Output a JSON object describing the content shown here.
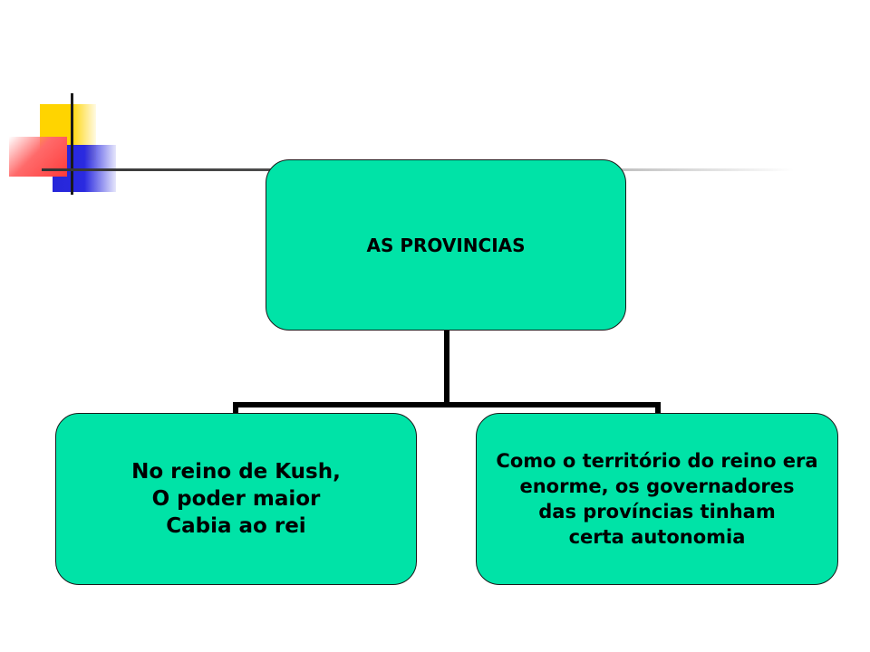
{
  "diagram": {
    "root": {
      "label": "AS PROVINCIAS"
    },
    "children": [
      {
        "label": "No reino de Kush,\nO poder maior\nCabia ao rei"
      },
      {
        "label": "Como o território do reino era\nenorme, os governadores\ndas províncias tinham\ncerta autonomia"
      }
    ]
  },
  "colors": {
    "node_fill": "#00e3a7",
    "connector": "#000000",
    "logo_yellow": "#ffd400",
    "logo_blue": "#2626d9",
    "logo_red": "#ff3b3b"
  }
}
